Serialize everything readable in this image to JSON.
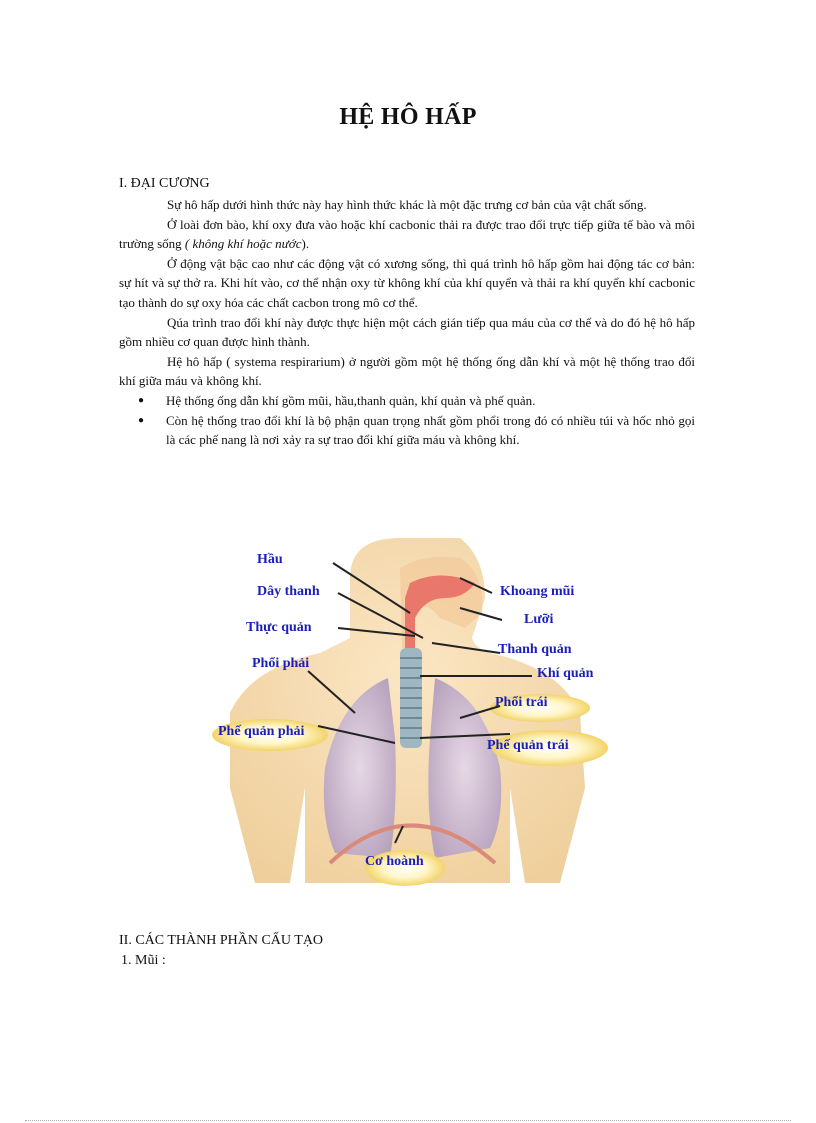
{
  "document": {
    "title": "HỆ HÔ HẤP",
    "section1": {
      "heading": "I. ĐẠI CƯƠNG",
      "paragraphs": [
        "Sự hô hấp dưới hình  thức này hay hình  thức khác là một đặc trưng cơ bản của vật chất sống.",
        "Ở loài đơn bào,  khí oxy đưa vào hoặc khí cacbonic thải ra được trao đổi trực tiếp giữa tế bào và môi trường  sống ",
        "Ở động vật bậc cao như các động vật có xương sống, thì quá trình hô hấp gồm hai động tác cơ bản: sự hít và sự thở ra. Khi hít vào, cơ thể nhận oxy từ không khí của khí quyển và thải ra khí quyển khí cacbonic tạo thành  do sự oxy hóa các chất cacbon trong mô cơ thể.",
        "Qúa trình  trao đổi khí này được thực hiện một cách gián tiếp qua máu của cơ thể và do đó hệ hô hấp gồm nhiều  cơ quan được hình  thành.",
        "Hệ hô hấp ( systema respirarium)  ở người  gồm một hệ thống ống dẫn khí và một hệ thống trao đổi khí giữa máu và  không khí."
      ],
      "paragraph2_italic": "( không khí hoặc nước",
      "paragraph2_end": ").",
      "bullets": [
        "Hệ thống ống dẫn khí gồm mũi,  hầu,thanh  quản, khí quản và phế quản.",
        "Còn hệ thống trao đổi khí là bộ phận quan trọng nhất gồm phổi trong đó có nhiều túi và hốc nhỏ gọi là các phế nang là nơi xảy ra sự trao đổi khí giữa máu và không khí."
      ]
    },
    "figure": {
      "labels": {
        "hau": "Hầu",
        "day_thanh": "Dây thanh",
        "thuc_quan": "Thực quản",
        "phoi_phai": "Phổi phải",
        "phe_quan_phai": "Phế quản phải",
        "khoang_mui": "Khoang mũi",
        "luoi": "Lưỡi",
        "thanh_quan": "Thanh quản",
        "khi_quan": "Khí quản",
        "phoi_trai": "Phổi trái",
        "phe_quan_trai": "Phế quản trái",
        "co_hoanh": "Cơ hoành"
      },
      "label_color": "#1a1fb8"
    },
    "section2": {
      "heading": "II. CÁC THÀNH PHẦN CẤU TẠO",
      "subheading": "1. Mũi :"
    }
  }
}
